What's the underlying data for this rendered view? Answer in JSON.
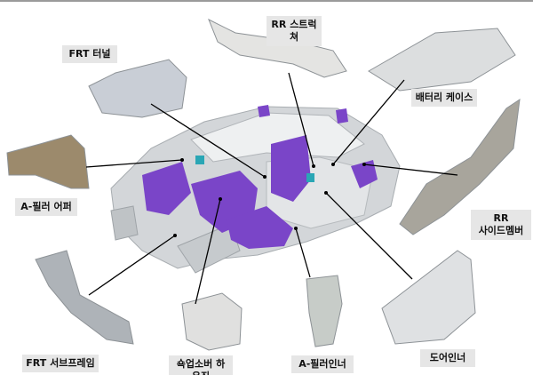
{
  "labels": {
    "rr_structure": "RR 스트럭쳐",
    "frt_tunnel": "FRT 터널",
    "battery_case": "배터리 케이스",
    "a_pillar_upper": "A-필러 어퍼",
    "rr_side_member": "RR\n사이드멤버",
    "frt_subframe": "FRT 서브프레임",
    "shock_absorber_housing": "쇽업소버 하우징",
    "a_pillar_inner": "A-필러인너",
    "door_inner": "도어인너"
  },
  "colors": {
    "accent": "#7a45c8",
    "body": "#cfd3d6",
    "label_bg": "#e6e6e6",
    "teal": "#2aa6b5"
  }
}
